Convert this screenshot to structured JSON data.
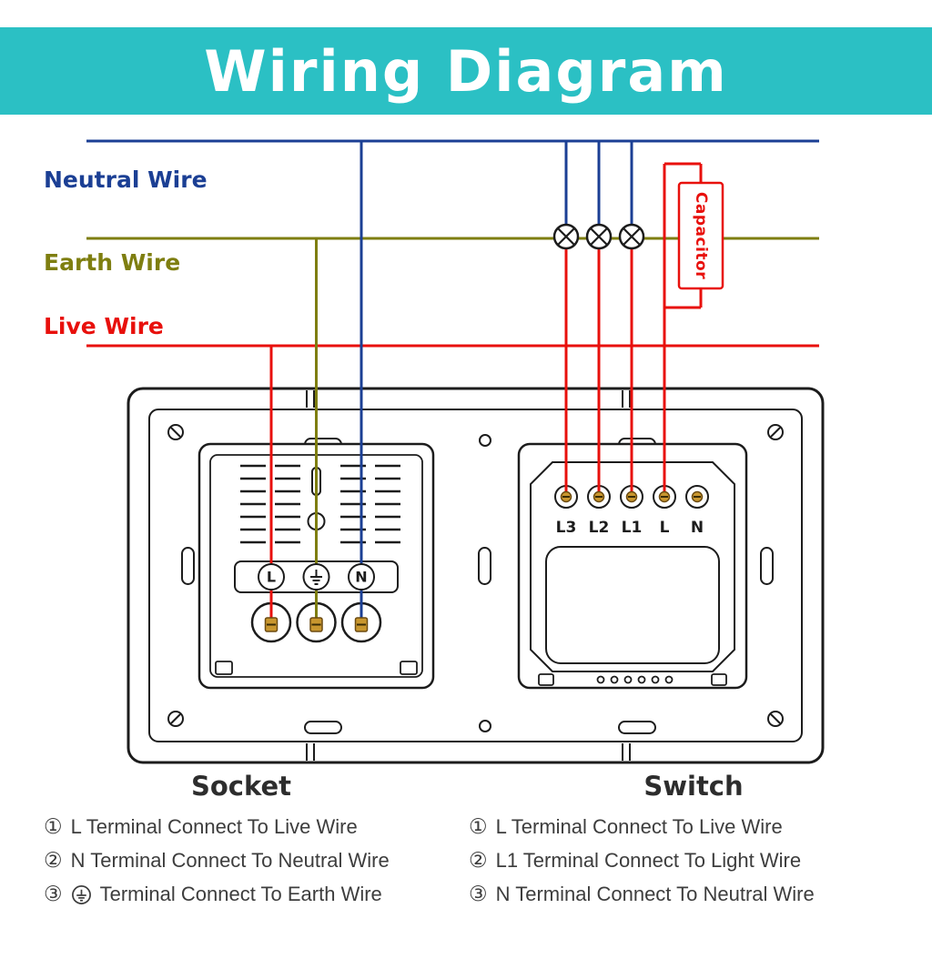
{
  "title": "Wiring Diagram",
  "colors": {
    "teal": "#2BC0C4",
    "neutral": "#1B3F94",
    "earth": "#7E7E10",
    "live": "#E8100C",
    "ink": "#1C1C1C",
    "screw": "#C9972F",
    "text": "#3D3D3D"
  },
  "wire_labels": {
    "neutral": "Neutral Wire",
    "earth": "Earth Wire",
    "live": "Live Wire"
  },
  "capacitor_label": "Capacitor",
  "socket": {
    "label": "Socket",
    "terminals": [
      "L",
      "⏚",
      "N"
    ]
  },
  "switch": {
    "label": "Switch",
    "terminals": [
      "L3",
      "L2",
      "L1",
      "L",
      "N"
    ]
  },
  "legend": {
    "socket": [
      {
        "num": "①",
        "text": "L Terminal Connect To Live Wire"
      },
      {
        "num": "②",
        "text": "N Terminal Connect To Neutral Wire"
      },
      {
        "num": "③",
        "text": "Terminal Connect To Earth Wire",
        "icon": "earth"
      }
    ],
    "switch": [
      {
        "num": "①",
        "text": "L Terminal Connect To Live Wire"
      },
      {
        "num": "②",
        "text": "L1 Terminal Connect To Light Wire"
      },
      {
        "num": "③",
        "text": "N Terminal Connect To Neutral Wire"
      }
    ]
  }
}
